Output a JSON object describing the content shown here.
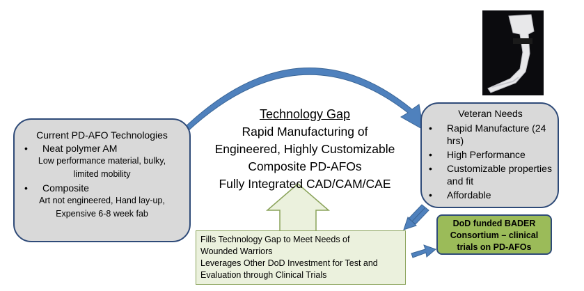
{
  "left_box": {
    "title": "Current PD-AFO Technologies",
    "items": [
      {
        "bullet": "Neat polymer AM",
        "detail": [
          "Low performance material, bulky,",
          "limited mobility"
        ]
      },
      {
        "bullet": "Composite",
        "detail": [
          "Art not engineered, Hand lay-up,",
          "Expensive 6-8 week fab"
        ]
      }
    ]
  },
  "center": {
    "title": "Technology Gap",
    "lines": [
      "Rapid Manufacturing of",
      "Engineered, Highly Customizable",
      "Composite PD-AFOs",
      "Fully Integrated CAD/CAM/CAE"
    ]
  },
  "right_box": {
    "title": "Veteran Needs",
    "items": [
      "Rapid Manufacture (24 hrs)",
      "High Performance",
      "Customizable properties and fit",
      "Affordable"
    ]
  },
  "bottom_box": {
    "lines": [
      "Fills Technology Gap to Meet Needs of",
      "Wounded Warriors",
      "Leverages Other DoD Investment for Test and",
      "Evaluation through Clinical Trials"
    ]
  },
  "bader_box": {
    "lines": [
      "DoD funded BADER",
      "Consortium – clinical",
      "trials on PD-AFOs"
    ]
  },
  "colors": {
    "arrow_blue": "#4f81bd",
    "box_gray": "#d9d9d9",
    "box_border": "#2e4a78",
    "green_fill": "#9bbb59",
    "light_green": "#ebf1dd"
  },
  "icons": {
    "photo": "ankle-foot-orthosis-photo"
  }
}
